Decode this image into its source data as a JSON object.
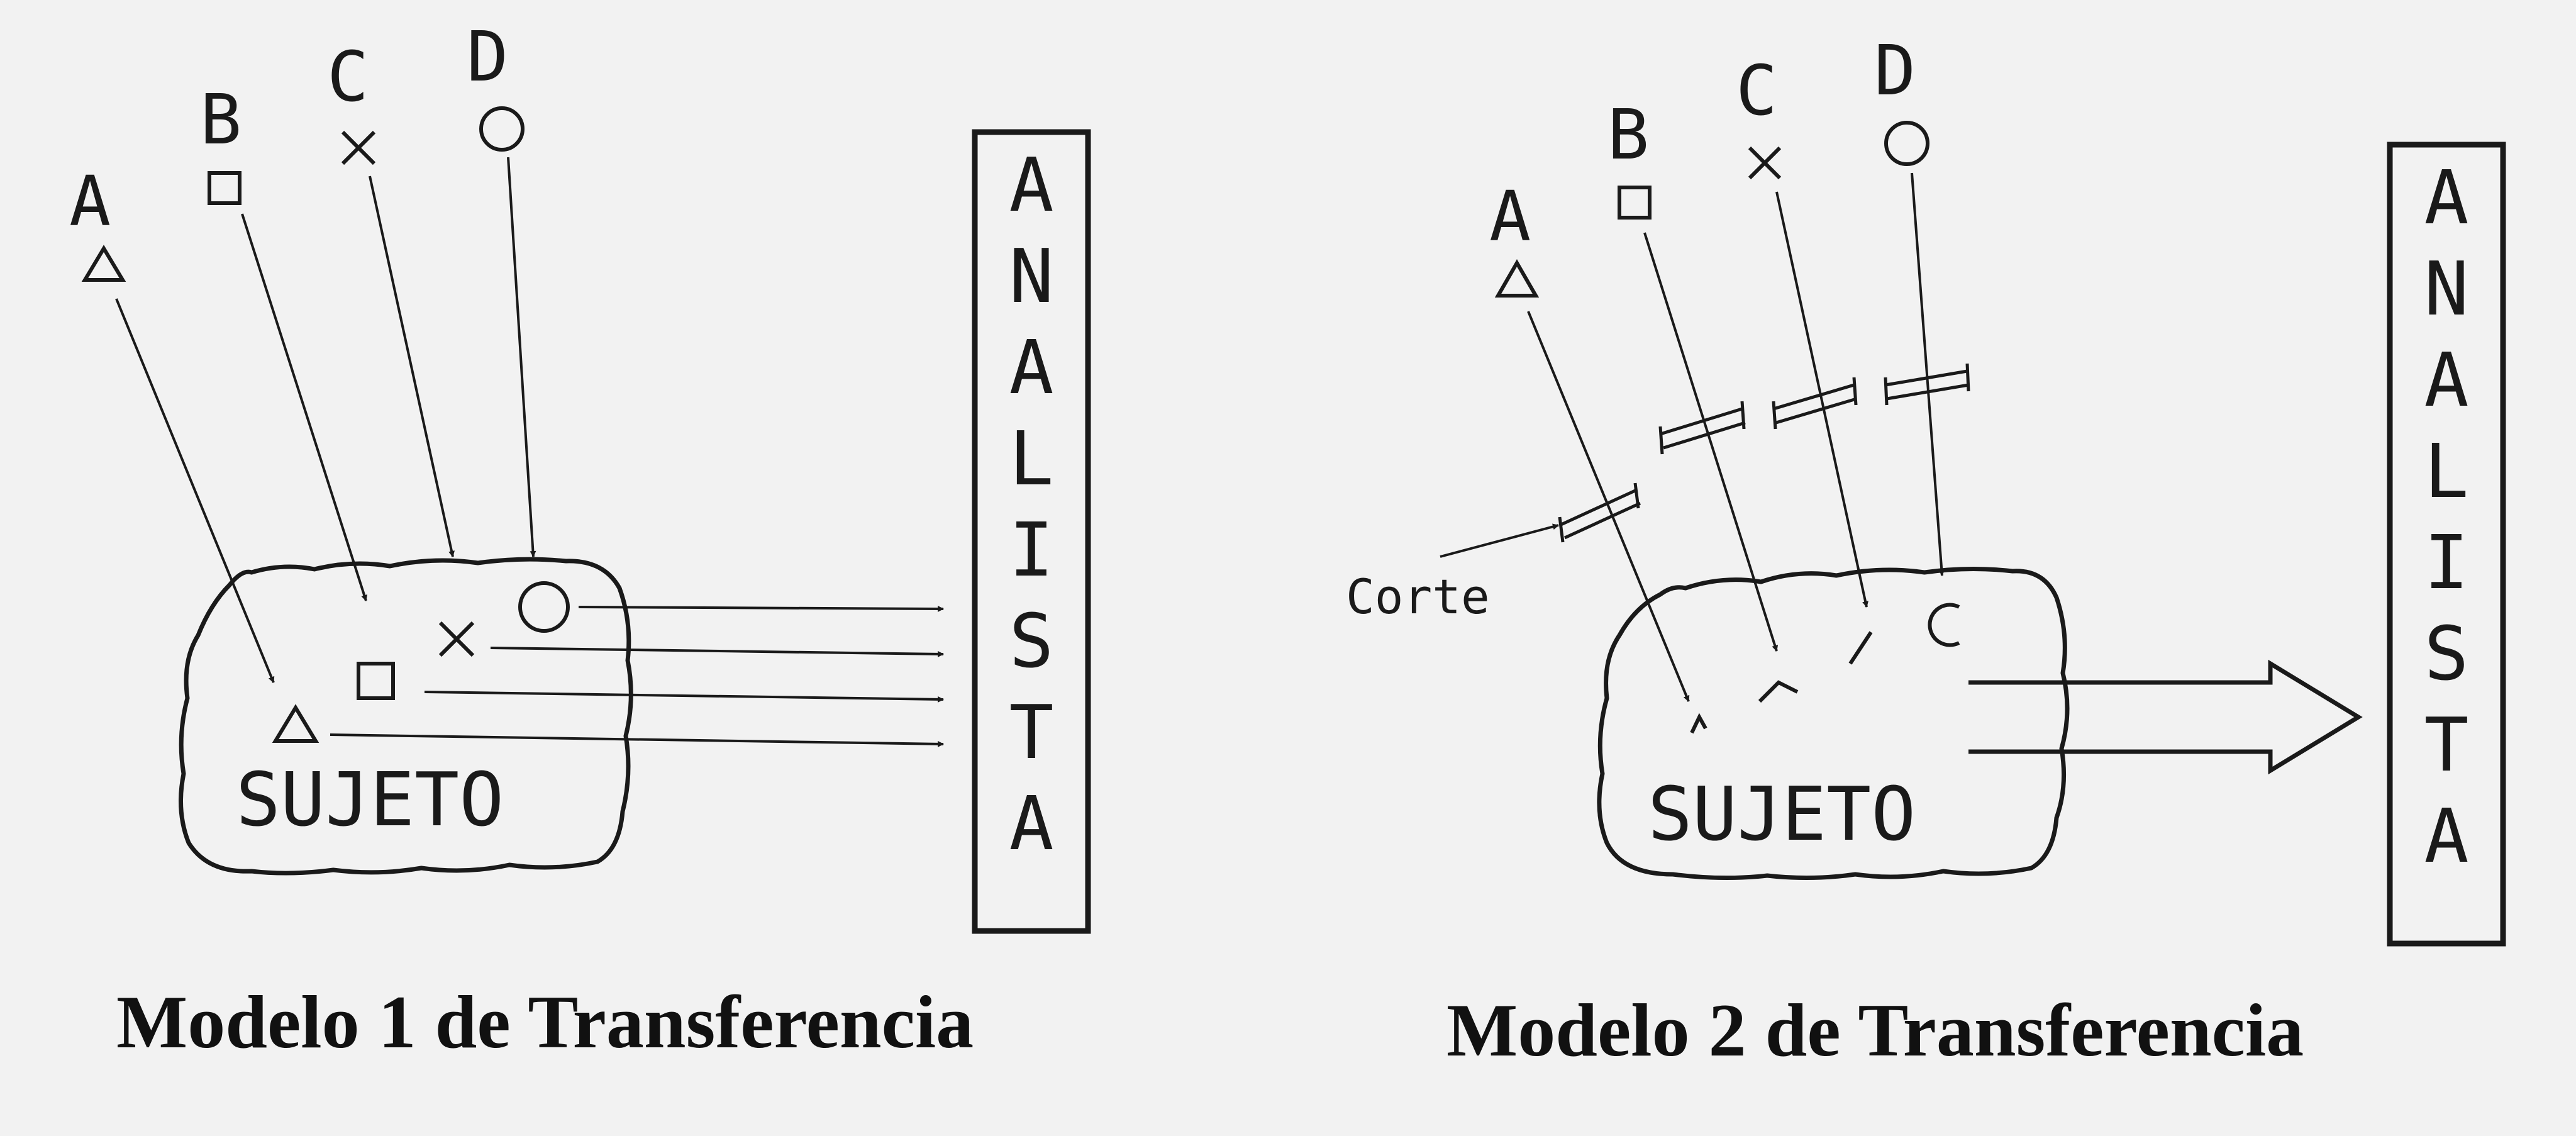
{
  "model_1": {
    "caption": "Modelo 1 de Transferencia",
    "subject_label": "SUJETO",
    "analyst_label": "ANALISTA",
    "sources": [
      {
        "label": "A",
        "marker": "triangle"
      },
      {
        "label": "B",
        "marker": "square"
      },
      {
        "label": "C",
        "marker": "cross"
      },
      {
        "label": "D",
        "marker": "circle"
      }
    ]
  },
  "model_2": {
    "caption": "Modelo 2 de Transferencia",
    "subject_label": "SUJETO",
    "analyst_label": "ANALISTA",
    "cut_label": "Corte",
    "sources": [
      {
        "label": "A",
        "marker": "triangle"
      },
      {
        "label": "B",
        "marker": "square"
      },
      {
        "label": "C",
        "marker": "cross"
      },
      {
        "label": "D",
        "marker": "circle"
      }
    ]
  },
  "colors": {
    "ink": "#1a1a1a",
    "paper": "#f2f2f2"
  }
}
